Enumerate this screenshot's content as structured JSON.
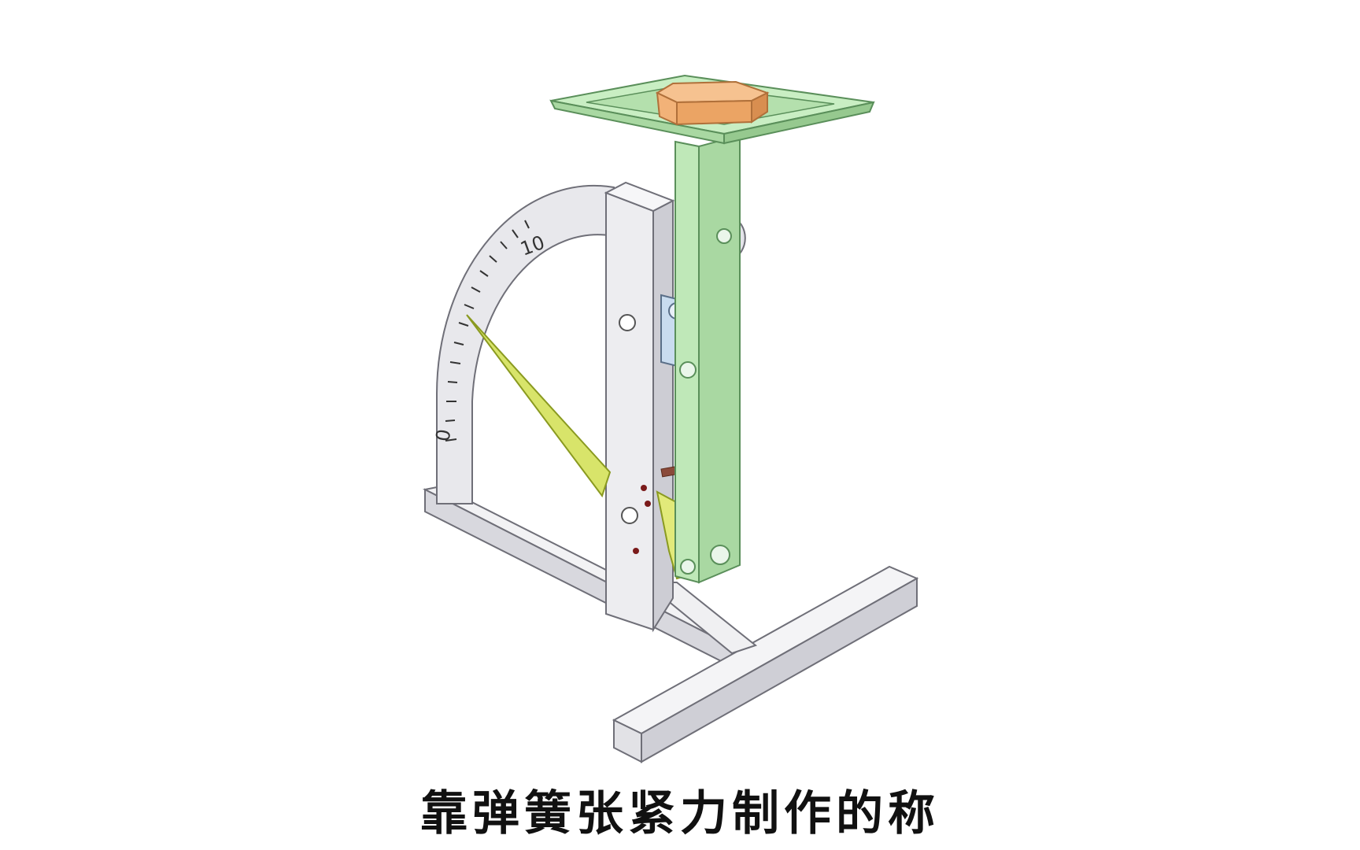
{
  "caption": "靠弹簧张紧力制作的称",
  "scale": {
    "min_label": "0",
    "max_label": "10"
  },
  "colors": {
    "frame": "#e6e6ea",
    "frame_edge": "#6f6f78",
    "pan": "#bfe8b8",
    "pan_edge": "#5a8f5a",
    "weight": "#f2b278",
    "weight_edge": "#b0703a",
    "spring": "#d03ad8",
    "pointer": "#d8e46a",
    "pointer_edge": "#8a9a20",
    "bracket": "#c9dcef"
  }
}
